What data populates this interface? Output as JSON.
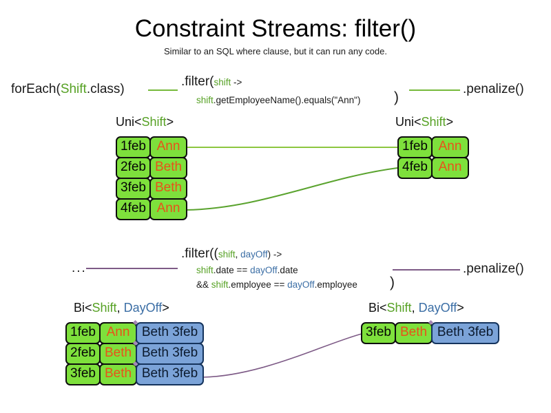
{
  "page": {
    "title": "Constraint Streams: filter()",
    "subtitle": "Similar to an SQL where clause, but it can run any code."
  },
  "row_top": {
    "source_call": {
      "prefix": "forEach(",
      "type": "Shift",
      "suffix": ".class)"
    },
    "filter": {
      "line1_prefix": ".filter(",
      "line1_param": "shift",
      "line1_suffix": " ->",
      "line2_var": "shift",
      "line2_rest": ".getEmployeeName().equals(\"Ann\")",
      "closing_paren": ")"
    },
    "terminal_call": ".penalize()",
    "input_label": {
      "prefix": "Uni<",
      "type1": "Shift",
      "suffix": ">"
    },
    "output_label": {
      "prefix": "Uni<",
      "type1": "Shift",
      "suffix": ">"
    },
    "input_tuples": [
      {
        "date": "1feb",
        "name": "Ann"
      },
      {
        "date": "2feb",
        "name": "Beth"
      },
      {
        "date": "3feb",
        "name": "Beth"
      },
      {
        "date": "4feb",
        "name": "Ann"
      }
    ],
    "output_tuples": [
      {
        "date": "1feb",
        "name": "Ann"
      },
      {
        "date": "4feb",
        "name": "Ann"
      }
    ]
  },
  "row_bottom": {
    "source_call": "...",
    "filter": {
      "line1_prefix": ".filter((",
      "line1_param1": "shift",
      "line1_comma": ", ",
      "line1_param2": "dayOff",
      "line1_suffix": ") ->",
      "line2_var1": "shift",
      "line2_mid": ".date == ",
      "line2_var2": "dayOff",
      "line2_end": ".date",
      "line3_op": "&& ",
      "line3_var1": "shift",
      "line3_mid": ".employee == ",
      "line3_var2": "dayOff",
      "line3_end": ".employee",
      "closing_paren": ")"
    },
    "terminal_call": ".penalize()",
    "input_label": {
      "prefix": "Bi<",
      "type1": "Shift",
      "comma": ", ",
      "type2": "DayOff",
      "suffix": ">"
    },
    "output_label": {
      "prefix": "Bi<",
      "type1": "Shift",
      "comma": ", ",
      "type2": "DayOff",
      "suffix": ">"
    },
    "input_tuples": [
      {
        "date": "1feb",
        "name": "Ann",
        "dayoff": "Beth 3feb"
      },
      {
        "date": "2feb",
        "name": "Beth",
        "dayoff": "Beth 3feb"
      },
      {
        "date": "3feb",
        "name": "Beth",
        "dayoff": "Beth 3feb"
      }
    ],
    "output_tuples": [
      {
        "date": "3feb",
        "name": "Beth",
        "dayoff": "Beth 3feb"
      }
    ]
  },
  "colors": {
    "shift_green": "#56a124",
    "dayoff_blue": "#3b6ea5",
    "cell_green_fill": "#7ee03c",
    "cell_blue_fill": "#7ba3d8",
    "name_orange": "#e8521a",
    "wire_green": "#76b93b",
    "wire_purple": "#7d5a86"
  }
}
